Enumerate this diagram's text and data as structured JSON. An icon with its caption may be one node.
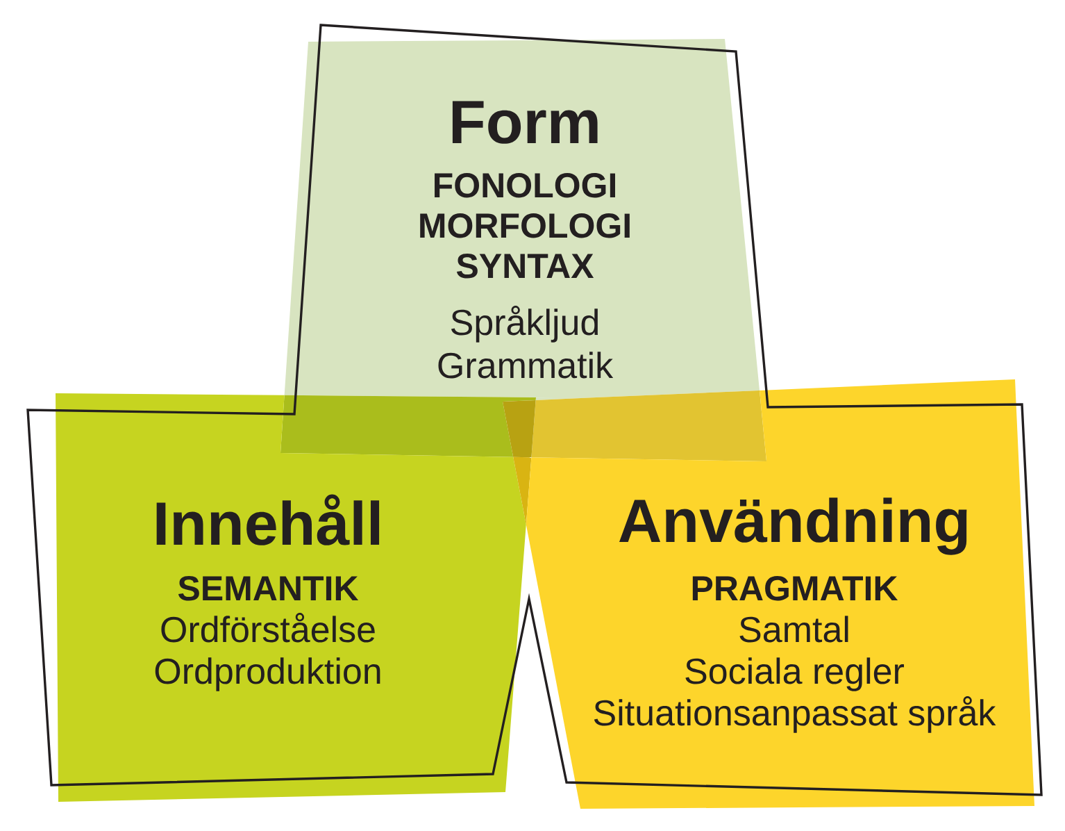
{
  "diagram": {
    "nodes": [
      {
        "text": [
          "Form",
          "FONOLOGI MORFOLOGI SYNTAX",
          "Språkljud",
          "Grammatik"
        ]
      },
      {
        "text": [
          "Innehåll",
          "SEMANTIK",
          "Ordförståelse",
          "Ordproduktion"
        ]
      },
      {
        "text": [
          "Användning",
          "PRAGMATIK",
          "Samtal",
          "Sociala regler",
          "Situationsanpassat språk"
        ]
      }
    ]
  }
}
